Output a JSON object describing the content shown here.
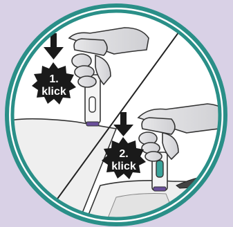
{
  "steps": [
    {
      "number": "1.",
      "word": "klick"
    },
    {
      "number": "2.",
      "word": "klick"
    }
  ],
  "colors": {
    "background": "#d9d1e6",
    "ring": "#2a8f88",
    "burst": "#1a1a1a",
    "pen_window": "#3aa39a",
    "needle_tip": "#6a4f9a"
  }
}
